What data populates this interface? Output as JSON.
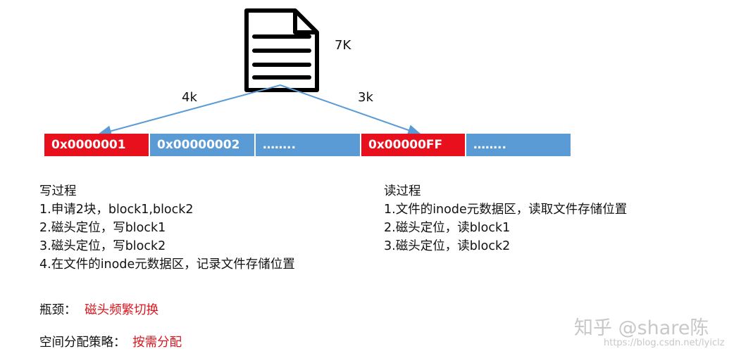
{
  "file": {
    "size_label": "7K",
    "left_label": "4k",
    "right_label": "3k"
  },
  "blocks": [
    {
      "label": "0x0000001",
      "color": "#e8101c"
    },
    {
      "label": "0x00000002",
      "color": "#5b9bd5"
    },
    {
      "label": "……..",
      "color": "#5b9bd5"
    },
    {
      "label": "0x00000FF",
      "color": "#e8101c"
    },
    {
      "label": "……..",
      "color": "#5b9bd5"
    }
  ],
  "write": {
    "title": "写过程",
    "steps": [
      "1.申请2块，block1,block2",
      "2.磁头定位，写block1",
      "3.磁头定位，写block2",
      "4.在文件的inode元数据区，记录文件存储位置"
    ]
  },
  "read": {
    "title": "读过程",
    "steps": [
      "1.文件的inode元数据区，读取文件存储位置",
      "2.磁头定位，读block1",
      "3.磁头定位，读block2"
    ]
  },
  "bottleneck": {
    "label": "瓶颈：",
    "value": "磁头频繁切换"
  },
  "strategy": {
    "label": "空间分配策略：",
    "value": "按需分配"
  },
  "watermark": {
    "main": "知乎 @share陈",
    "url": "https://blog.csdn.net/lyiclz"
  },
  "colors": {
    "accent_red": "#e8101c",
    "block_blue": "#5b9bd5",
    "arrow": "#5b9bd5"
  }
}
